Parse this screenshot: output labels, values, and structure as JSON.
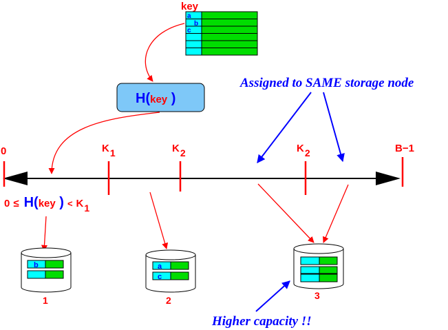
{
  "table": {
    "title": "key",
    "keys": [
      "a",
      "b",
      "c"
    ]
  },
  "hash_box": {
    "func": "H(",
    "arg": "key",
    "close": " )"
  },
  "axis": {
    "start_label": "0",
    "end_label": "B−1",
    "k_letter": "K",
    "k1_sub": "1",
    "k2_sub": "2",
    "k2b_sub": "2"
  },
  "condition": {
    "left": "0",
    "le": "≤",
    "func": "H(",
    "arg": "key",
    "close": " )",
    "lt": "<",
    "k_letter": "K",
    "k_sub": "1"
  },
  "annotations": {
    "same_node": "Assigned to SAME storage node",
    "capacity": "Higher capacity !!"
  },
  "nodes": [
    {
      "label": "1",
      "keys": [
        "b"
      ]
    },
    {
      "label": "2",
      "keys": [
        "a",
        "c"
      ]
    },
    {
      "label": "3",
      "keys": []
    }
  ],
  "colors": {
    "red": "#ff0000",
    "blue": "#0000ff",
    "cyan": "#00ffff",
    "green": "#00dd00",
    "box_fill": "#7ec8f8"
  }
}
